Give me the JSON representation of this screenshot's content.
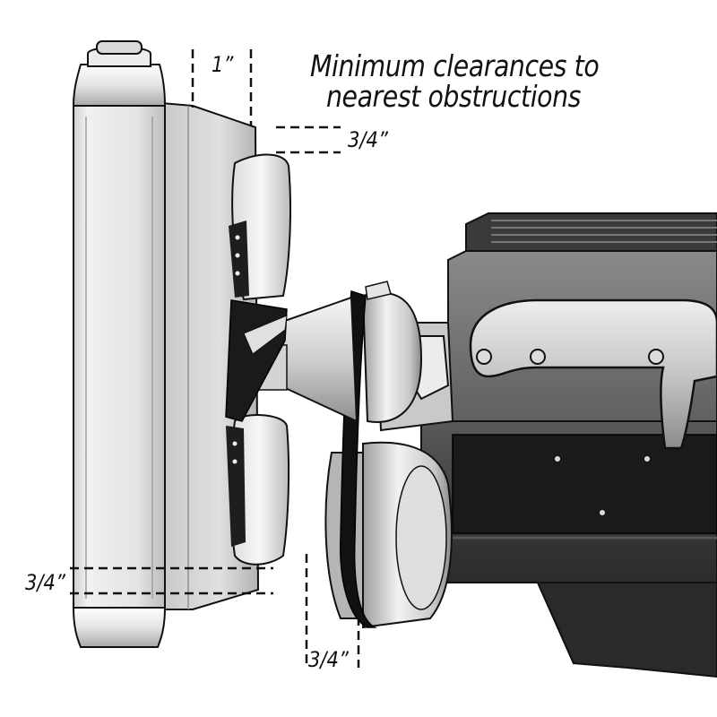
{
  "caption": {
    "line1": "Minimum clearances to",
    "line2": "nearest obstructions"
  },
  "dimensions": {
    "top": "1”",
    "fan_top": "3/4”",
    "bottom_left": "3/4”",
    "bottom_right": "3/4”"
  },
  "colors": {
    "line": "#111111",
    "metal_light": "#e6e6e6",
    "metal_mid": "#b9b9b9",
    "metal_dark": "#7a7a7a",
    "engine_dark": "#262626"
  }
}
